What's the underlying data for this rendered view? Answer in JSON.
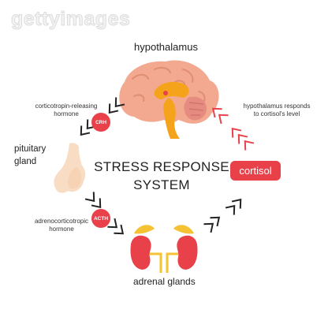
{
  "watermark": "gettyimages",
  "title_line1": "STRESS RESPONSE",
  "title_line2": "SYSTEM",
  "organs": {
    "hypothalamus": "hypothalamus",
    "pituitary_line1": "pituitary",
    "pituitary_line2": "gland",
    "adrenal": "adrenal glands"
  },
  "hormones": {
    "crh_badge": "CRH",
    "crh_line1": "corticotropin-releasing",
    "crh_line2": "hormone",
    "acth_badge": "ACTH",
    "acth_line1": "adrenocorticotropic",
    "acth_line2": "hormone",
    "cortisol": "cortisol"
  },
  "feedback": {
    "line1": "hypothalamus responds",
    "line2": "to cortisol's level"
  },
  "colors": {
    "accent_red": "#e8414a",
    "brain_pink": "#f2a98f",
    "brain_orange": "#f4a31b",
    "gland_yellow": "#f5c233",
    "chevron_black": "#222222"
  }
}
